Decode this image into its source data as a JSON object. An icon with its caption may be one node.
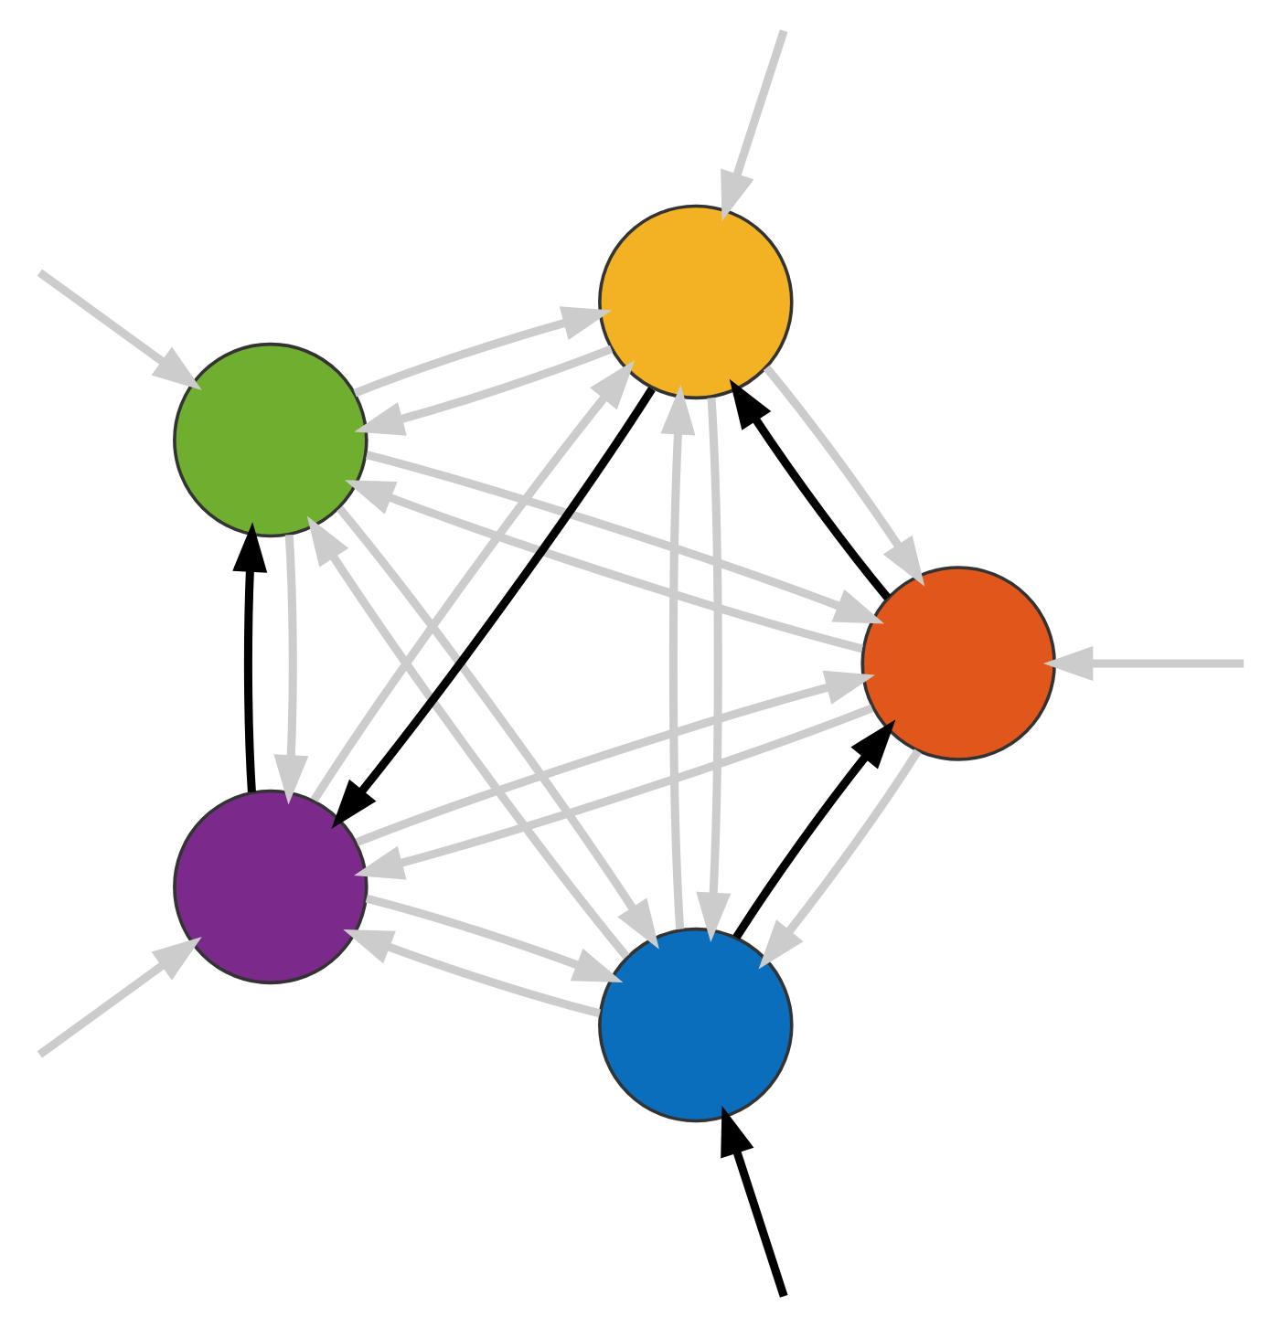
{
  "diagram": {
    "nodes": [
      {
        "text": [],
        "shape": "circle"
      },
      {
        "text": [],
        "shape": "circle"
      },
      {
        "text": [],
        "shape": "circle"
      },
      {
        "text": [],
        "shape": "circle"
      },
      {
        "text": [],
        "shape": "circle"
      }
    ],
    "edges": [
      {
        "from": null,
        "to": 0,
        "arrow": "to",
        "color": "#000000"
      },
      {
        "from": 0,
        "to": 1,
        "arrow": "to",
        "color": "#000000"
      },
      {
        "from": 1,
        "to": 3,
        "arrow": "to",
        "color": "#000000"
      },
      {
        "from": 3,
        "to": 4,
        "arrow": "to",
        "color": "#000000"
      },
      {
        "from": 4,
        "to": 2,
        "arrow": "to",
        "color": "#000000"
      },
      {
        "from": null,
        "to": 1,
        "arrow": "to"
      },
      {
        "from": null,
        "to": 2,
        "arrow": "to"
      },
      {
        "from": null,
        "to": 3,
        "arrow": "to"
      },
      {
        "from": null,
        "to": 4,
        "arrow": "to"
      },
      {
        "from": 1,
        "to": 0,
        "arrow": "to"
      },
      {
        "from": 0,
        "to": 2,
        "arrow": "to"
      },
      {
        "from": 2,
        "to": 0,
        "arrow": "to"
      },
      {
        "from": 0,
        "to": 3,
        "arrow": "to"
      },
      {
        "from": 3,
        "to": 0,
        "arrow": "to"
      },
      {
        "from": 0,
        "to": 4,
        "arrow": "to"
      },
      {
        "from": 4,
        "to": 0,
        "arrow": "to"
      },
      {
        "from": 1,
        "to": 2,
        "arrow": "to"
      },
      {
        "from": 2,
        "to": 1,
        "arrow": "to"
      },
      {
        "from": 3,
        "to": 1,
        "arrow": "to"
      },
      {
        "from": 1,
        "to": 4,
        "arrow": "to"
      },
      {
        "from": 4,
        "to": 1,
        "arrow": "to"
      },
      {
        "from": 2,
        "to": 3,
        "arrow": "to"
      },
      {
        "from": 3,
        "to": 2,
        "arrow": "to"
      },
      {
        "from": 2,
        "to": 4,
        "arrow": "to"
      },
      {
        "from": 4,
        "to": 3,
        "arrow": "to"
      }
    ]
  }
}
